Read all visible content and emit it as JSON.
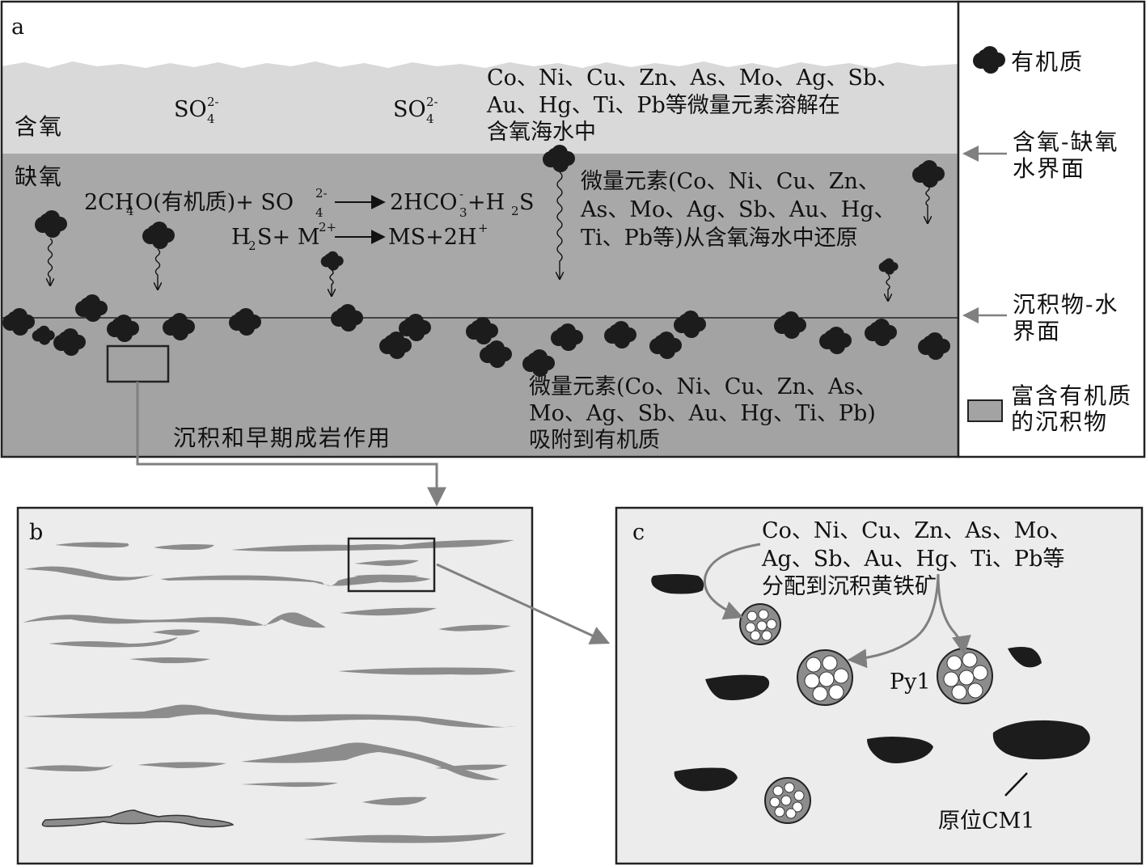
{
  "panel_a": {
    "label": "a",
    "zone_oxic": "含氧",
    "zone_anoxic": "缺氧",
    "sulfate": {
      "base": "SO",
      "sub": "4",
      "sup": "2-"
    },
    "dissolved_text": [
      "Co、Ni、Cu、Zn、As、Mo、Ag、Sb、",
      "Au、Hg、Ti、Pb等微量元素溶解在",
      "含氧海水中"
    ],
    "reaction1": {
      "lhs_a": "2CH",
      "lhs_b": "O(有机质)+ SO",
      "rhs_a": "2HCO",
      "rhs_b": " +H",
      "rhs_c": "S"
    },
    "reaction2": {
      "lhs_a": "H",
      "lhs_b": "S+ M",
      "rhs_a": "MS+2H"
    },
    "reduced_text": [
      "微量元素(Co、Ni、Cu、Zn、",
      "As、Mo、Ag、Sb、Au、Hg、",
      "Ti、Pb等)从含氧海水中还原"
    ],
    "adsorbed_text": [
      "微量元素(Co、Ni、Cu、Zn、As、",
      "Mo、Ag、Sb、Au、Hg、Ti、Pb)",
      "吸附到有机质"
    ],
    "process_text": "沉积和早期成岩作用"
  },
  "legend": {
    "organic_matter": "有机质",
    "redox_interface": [
      "含氧-缺氧",
      "水界面"
    ],
    "sediment_interface": [
      "沉积物-水",
      "界面"
    ],
    "organic_rich_sediment": [
      "富含有机质",
      "的沉积物"
    ]
  },
  "panel_b": {
    "label": "b"
  },
  "panel_c": {
    "label": "c",
    "partition_text": [
      "Co、Ni、Cu、Zn、As、Mo、",
      "Ag、Sb、Au、Hg、Ti、Pb等",
      "分配到沉积黄铁矿"
    ],
    "pyrite_label": "Py1",
    "cm_label": "原位CM1"
  },
  "colors": {
    "oxic_water": "#d9d9d9",
    "anoxic_water": "#a8a8a8",
    "sediment": "#a3a3a3",
    "organic_matter": "#1c1c1c",
    "arrow_gray": "#808080",
    "panel_bg": "#ececec"
  }
}
